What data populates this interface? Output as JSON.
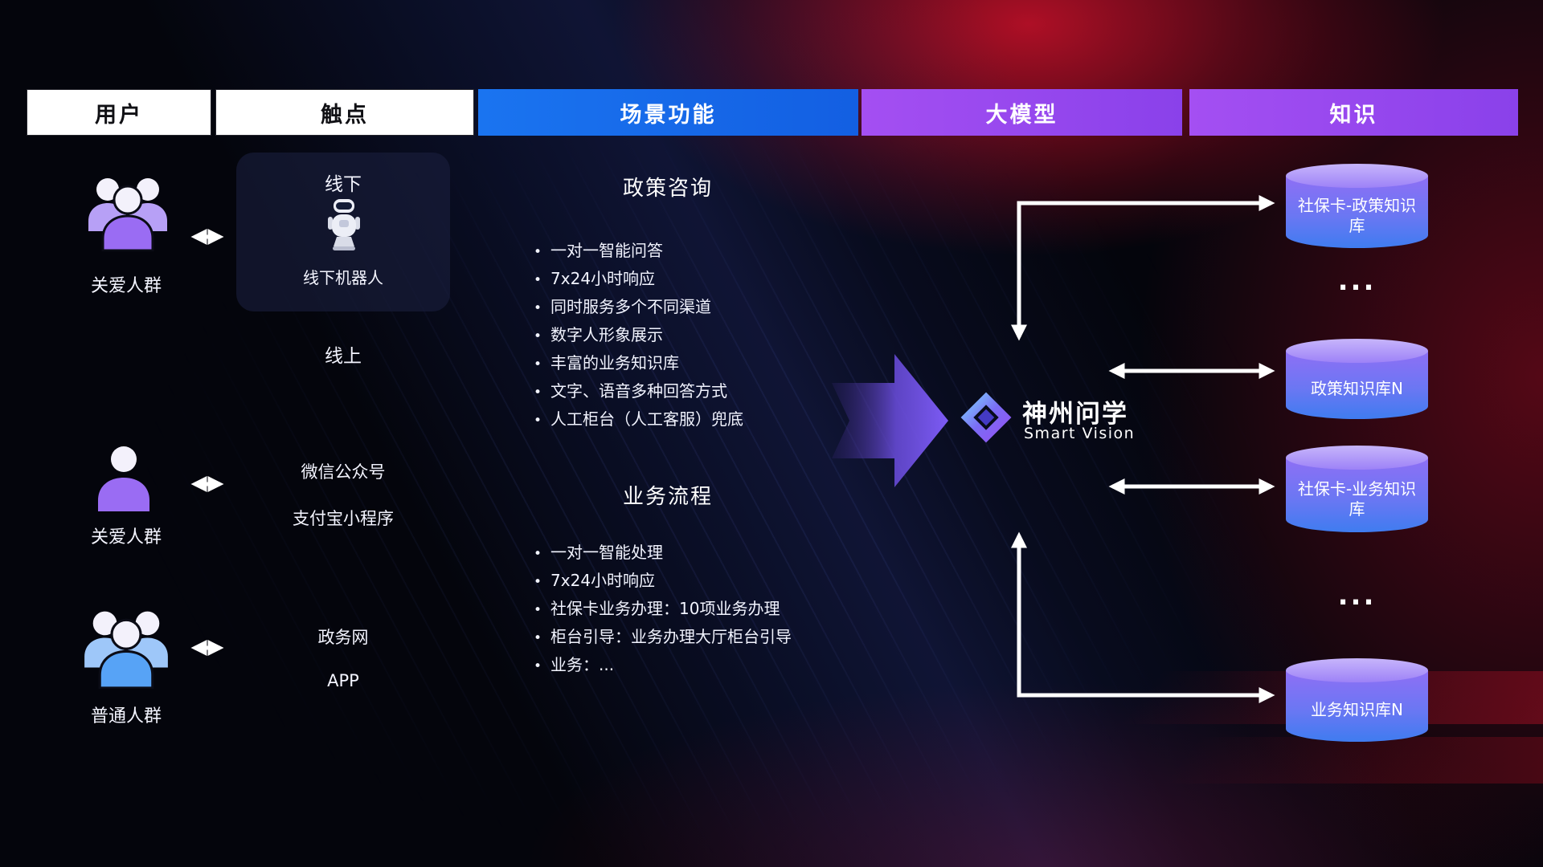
{
  "headers": [
    {
      "label": "用户"
    },
    {
      "label": "触点"
    },
    {
      "label": "场景功能"
    },
    {
      "label": "大模型"
    },
    {
      "label": "知识"
    }
  ],
  "users": [
    {
      "label": "关爱人群"
    },
    {
      "label": "关爱人群"
    },
    {
      "label": "普通人群"
    }
  ],
  "touchpoints": {
    "offline_title": "线下",
    "offline_caption": "线下机器人",
    "online_label": "线上",
    "channels": [
      "微信公众号",
      "支付宝小程序",
      "政务网",
      "APP"
    ]
  },
  "scenarios": [
    {
      "title": "政策咨询",
      "items": [
        "一对一智能问答",
        "7x24小时响应",
        "同时服务多个不同渠道",
        "数字人形象展示",
        "丰富的业务知识库",
        "文字、语音多种回答方式",
        "人工柜台（人工客服）兜底"
      ]
    },
    {
      "title": "业务流程",
      "items": [
        "一对一智能处理",
        "7x24小时响应",
        "社保卡业务办理：10项业务办理",
        "柜台引导：业务办理大厅柜台引导",
        "业务：..."
      ]
    }
  ],
  "model": {
    "name": "神州问学",
    "subtitle": "Smart Vision"
  },
  "knowledge": {
    "bases": [
      "社保卡-政策知识库",
      "政策知识库N",
      "社保卡-业务知识库",
      "业务知识库N"
    ],
    "ellipsis": "..."
  },
  "colors": {
    "header_blue": "#1a74f0",
    "header_purple": "#9b4cf0",
    "user_purple": "#9a6cf3",
    "user_blue": "#57a3f6",
    "cylinder_top": "#b5a0f8",
    "cylinder_bottom": "#3f7cf0",
    "arrow_purple": "#7d5bf5",
    "connector_white": "#ffffff"
  }
}
